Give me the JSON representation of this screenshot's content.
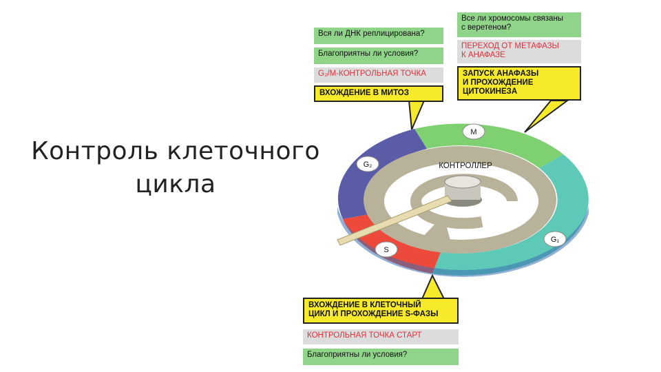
{
  "slide": {
    "title_line1": "Контроль клеточного",
    "title_line2": "цикла"
  },
  "g2m_panel": {
    "q1": "Вся ли ДНК реплицирована?",
    "q2": "Благоприятны ли условия?",
    "checkpoint": "G₂/M-КОНТРОЛЬНАЯ ТОЧКА",
    "action": "ВХОЖДЕНИЕ В МИТОЗ"
  },
  "meta_panel": {
    "q1_line1": "Все ли хромосомы связаны",
    "q1_line2": "с веретеном?",
    "checkpoint_line1": "ПЕРЕХОД ОТ МЕТАФАЗЫ",
    "checkpoint_line2": "К АНАФАЗЕ",
    "action_line1": "ЗАПУСК АНАФАЗЫ",
    "action_line2": "И ПРОХОЖДЕНИЕ",
    "action_line3": "ЦИТОКИНЕЗА"
  },
  "start_panel": {
    "action_line1": "ВХОЖДЕНИЕ В КЛЕТОЧНЫЙ",
    "action_line2": "ЦИКЛ И ПРОХОЖДЕНИЕ S-ФАЗЫ",
    "checkpoint": "КОНТРОЛЬНАЯ ТОЧКА СТАРТ",
    "q1": "Благоприятны ли условия?"
  },
  "wheel": {
    "controller_label": "КОНТРОЛЛЕР",
    "phase_m": "M",
    "phase_g2": "G₂",
    "phase_g1": "G₁",
    "phase_s": "S"
  },
  "colors": {
    "m_phase": "#7fd071",
    "g1_phase": "#5fc9b7",
    "s_phase": "#ee4a3b",
    "g2_phase": "#5b5ca8",
    "question_box": "#8fd489",
    "checkpoint_text": "#e0303c",
    "action_box": "#f7ea2a"
  }
}
